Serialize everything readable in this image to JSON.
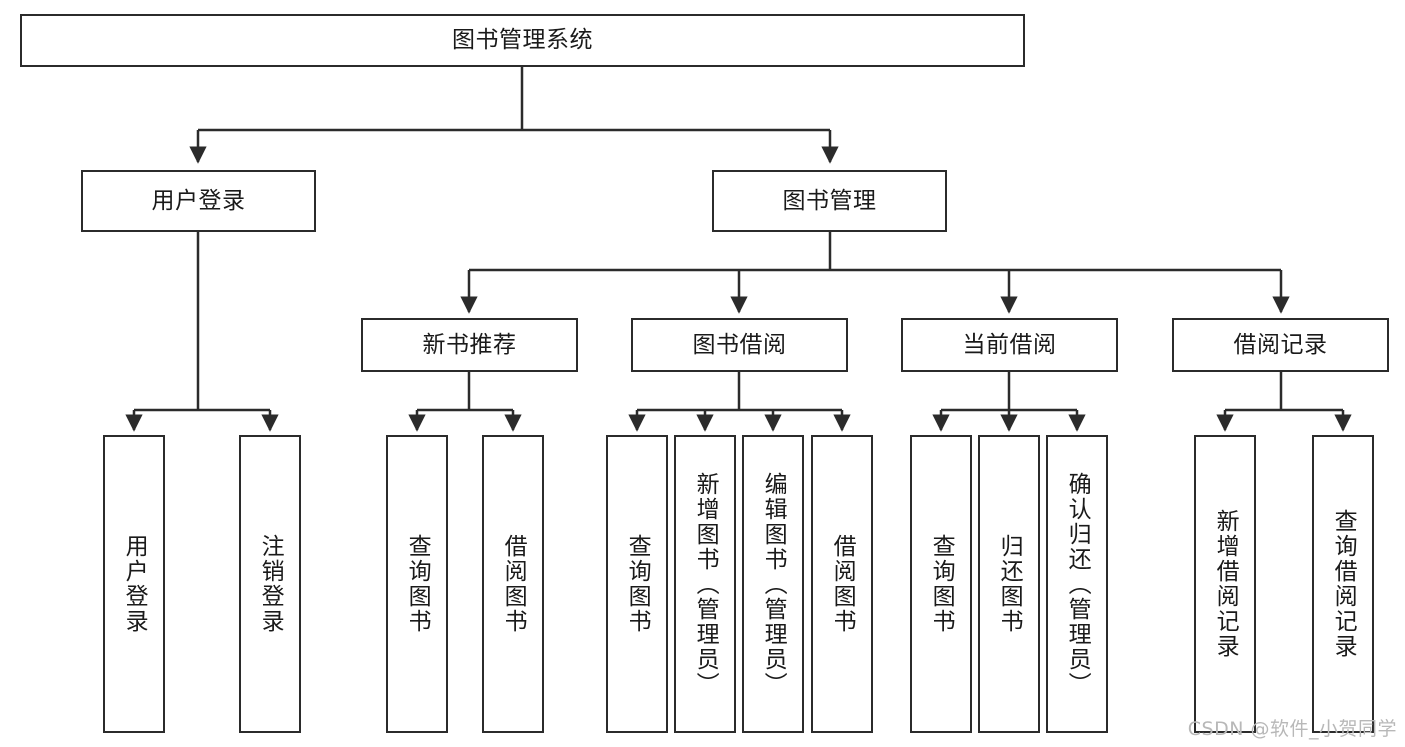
{
  "diagram": {
    "title": "图书管理系统",
    "type": "tree-hierarchy-chart",
    "watermark": "CSDN @软件_小贺同学",
    "colors": {
      "border": "#2b2b2b",
      "background": "#ffffff",
      "text": "#1a1a1a",
      "watermark": "#b8b8b8"
    },
    "nodes": {
      "root": {
        "label": "图书管理系统"
      },
      "level2": [
        {
          "label": "用户登录"
        },
        {
          "label": "图书管理"
        }
      ],
      "level3": [
        {
          "label": "新书推荐"
        },
        {
          "label": "图书借阅"
        },
        {
          "label": "当前借阅"
        },
        {
          "label": "借阅记录"
        }
      ],
      "leaves_user_login": [
        {
          "label": "用户登录"
        },
        {
          "label": "注销登录"
        }
      ],
      "leaves_new_book": [
        {
          "label": "查询图书"
        },
        {
          "label": "借阅图书"
        }
      ],
      "leaves_borrow": [
        {
          "label": "查询图书"
        },
        {
          "label": "新增图书（管理员）"
        },
        {
          "label": "编辑图书（管理员）"
        },
        {
          "label": "借阅图书"
        }
      ],
      "leaves_current": [
        {
          "label": "查询图书"
        },
        {
          "label": "归还图书"
        },
        {
          "label": "确认归还（管理员）"
        }
      ],
      "leaves_records": [
        {
          "label": "新增借阅记录"
        },
        {
          "label": "查询借阅记录"
        }
      ]
    }
  }
}
